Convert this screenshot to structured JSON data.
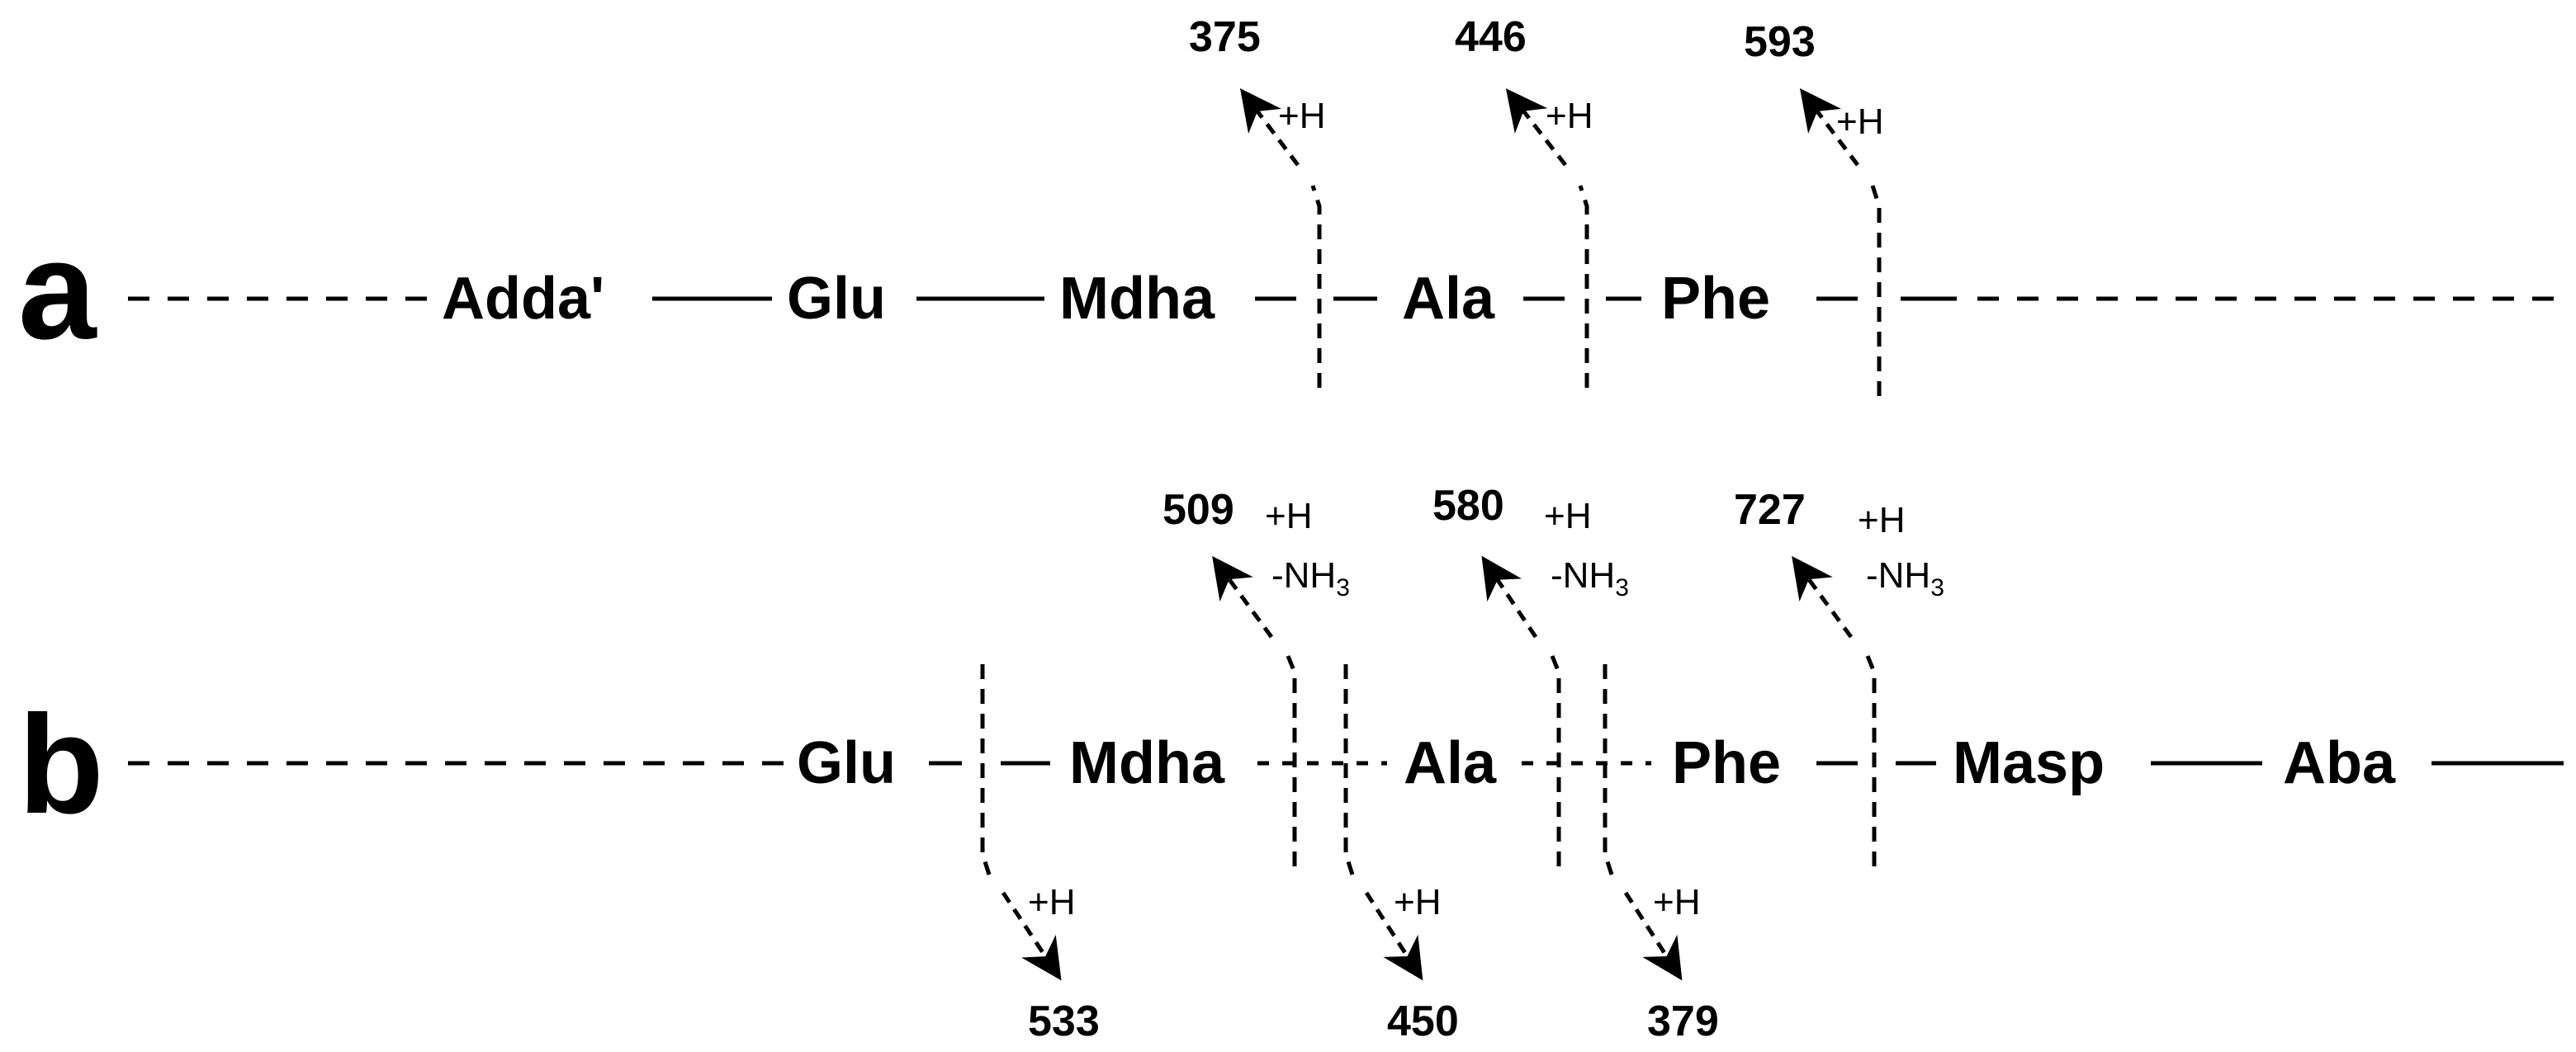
{
  "panels": [
    {
      "label": "a",
      "residues": [
        "Adda'",
        "Glu",
        "Mdha",
        "Ala",
        "Phe"
      ],
      "fragments_up": [
        {
          "mass": "375",
          "adduct": "+H"
        },
        {
          "mass": "446",
          "adduct": "+H"
        },
        {
          "mass": "593",
          "adduct": "+H"
        }
      ]
    },
    {
      "label": "b",
      "residues": [
        "Glu",
        "Mdha",
        "Ala",
        "Phe",
        "Masp",
        "Aba"
      ],
      "fragments_up": [
        {
          "mass": "509",
          "adduct": "+H",
          "loss": "-NH",
          "loss_sub": "3"
        },
        {
          "mass": "580",
          "adduct": "+H",
          "loss": "-NH",
          "loss_sub": "3"
        },
        {
          "mass": "727",
          "adduct": "+H",
          "loss": "-NH",
          "loss_sub": "3"
        }
      ],
      "fragments_down": [
        {
          "mass": "533",
          "adduct": "+H"
        },
        {
          "mass": "450",
          "adduct": "+H"
        },
        {
          "mass": "379",
          "adduct": "+H"
        }
      ]
    }
  ]
}
